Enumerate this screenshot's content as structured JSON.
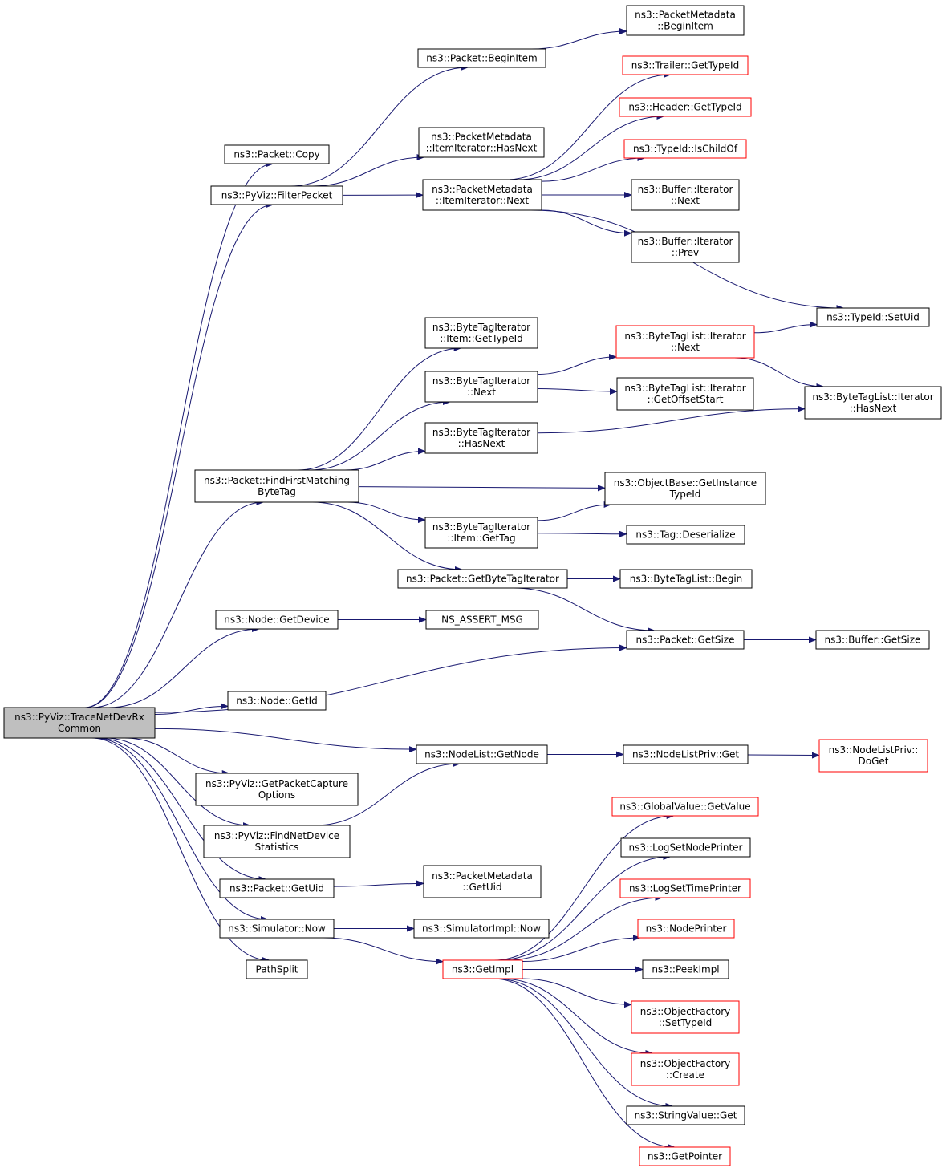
{
  "colors": {
    "edge": "#191970",
    "border_default": "#000000",
    "border_truncated": "#ff0000",
    "root_fill": "#bfbfbf",
    "node_fill": "#ffffff"
  },
  "nodes": [
    {
      "id": "root",
      "lines": [
        "ns3::PyViz::TraceNetDevRx",
        "Common"
      ],
      "style": "root"
    },
    {
      "id": "pkt_copy",
      "lines": [
        "ns3::Packet::Copy"
      ],
      "style": "normal"
    },
    {
      "id": "filter",
      "lines": [
        "ns3::PyViz::FilterPacket"
      ],
      "style": "normal"
    },
    {
      "id": "begin_item",
      "lines": [
        "ns3::Packet::BeginItem"
      ],
      "style": "normal"
    },
    {
      "id": "pm_begin_item",
      "lines": [
        "ns3::PacketMetadata",
        "::BeginItem"
      ],
      "style": "normal"
    },
    {
      "id": "trailer_typeid",
      "lines": [
        "ns3::Trailer::GetTypeId"
      ],
      "style": "truncated"
    },
    {
      "id": "header_typeid",
      "lines": [
        "ns3::Header::GetTypeId"
      ],
      "style": "truncated"
    },
    {
      "id": "typeid_ischildof",
      "lines": [
        "ns3::TypeId::IsChildOf"
      ],
      "style": "truncated"
    },
    {
      "id": "pm_hasnext",
      "lines": [
        "ns3::PacketMetadata",
        "::ItemIterator::HasNext"
      ],
      "style": "normal"
    },
    {
      "id": "pm_next",
      "lines": [
        "ns3::PacketMetadata",
        "::ItemIterator::Next"
      ],
      "style": "normal"
    },
    {
      "id": "buf_next",
      "lines": [
        "ns3::Buffer::Iterator",
        "::Next"
      ],
      "style": "normal"
    },
    {
      "id": "buf_prev",
      "lines": [
        "ns3::Buffer::Iterator",
        "::Prev"
      ],
      "style": "normal"
    },
    {
      "id": "typeid_setuid",
      "lines": [
        "ns3::TypeId::SetUid"
      ],
      "style": "normal"
    },
    {
      "id": "bti_item_gettypeid",
      "lines": [
        "ns3::ByteTagIterator",
        "::Item::GetTypeId"
      ],
      "style": "normal"
    },
    {
      "id": "btl_it_next",
      "lines": [
        "ns3::ByteTagList::Iterator",
        "::Next"
      ],
      "style": "truncated"
    },
    {
      "id": "bti_next",
      "lines": [
        "ns3::ByteTagIterator",
        "::Next"
      ],
      "style": "normal"
    },
    {
      "id": "btl_it_getoffsetstart",
      "lines": [
        "ns3::ByteTagList::Iterator",
        "::GetOffsetStart"
      ],
      "style": "normal"
    },
    {
      "id": "btl_it_hasnext",
      "lines": [
        "ns3::ByteTagList::Iterator",
        "::HasNext"
      ],
      "style": "normal"
    },
    {
      "id": "bti_hasnext",
      "lines": [
        "ns3::ByteTagIterator",
        "::HasNext"
      ],
      "style": "normal"
    },
    {
      "id": "find_first",
      "lines": [
        "ns3::Packet::FindFirstMatching",
        "ByteTag"
      ],
      "style": "normal"
    },
    {
      "id": "ob_getinstancetypeid",
      "lines": [
        "ns3::ObjectBase::GetInstance",
        "TypeId"
      ],
      "style": "normal"
    },
    {
      "id": "bti_item_gettag",
      "lines": [
        "ns3::ByteTagIterator",
        "::Item::GetTag"
      ],
      "style": "normal"
    },
    {
      "id": "tag_deserialize",
      "lines": [
        "ns3::Tag::Deserialize"
      ],
      "style": "normal"
    },
    {
      "id": "pkt_getbytetagiterator",
      "lines": [
        "ns3::Packet::GetByteTagIterator"
      ],
      "style": "normal"
    },
    {
      "id": "btl_begin",
      "lines": [
        "ns3::ByteTagList::Begin"
      ],
      "style": "normal"
    },
    {
      "id": "node_getdevice",
      "lines": [
        "ns3::Node::GetDevice"
      ],
      "style": "normal"
    },
    {
      "id": "ns_assert_msg",
      "lines": [
        "NS_ASSERT_MSG"
      ],
      "style": "normal"
    },
    {
      "id": "pkt_getsize",
      "lines": [
        "ns3::Packet::GetSize"
      ],
      "style": "normal"
    },
    {
      "id": "buf_getsize",
      "lines": [
        "ns3::Buffer::GetSize"
      ],
      "style": "normal"
    },
    {
      "id": "node_getid",
      "lines": [
        "ns3::Node::GetId"
      ],
      "style": "normal"
    },
    {
      "id": "nodelist_getnode",
      "lines": [
        "ns3::NodeList::GetNode"
      ],
      "style": "normal"
    },
    {
      "id": "nodelistpriv_get",
      "lines": [
        "ns3::NodeListPriv::Get"
      ],
      "style": "normal"
    },
    {
      "id": "nodelistpriv_doget",
      "lines": [
        "ns3::NodeListPriv::",
        "DoGet"
      ],
      "style": "truncated"
    },
    {
      "id": "getpacketcapture",
      "lines": [
        "ns3::PyViz::GetPacketCapture",
        "Options"
      ],
      "style": "normal"
    },
    {
      "id": "globalvalue_getvalue",
      "lines": [
        "ns3::GlobalValue::GetValue"
      ],
      "style": "truncated"
    },
    {
      "id": "findnetdevice",
      "lines": [
        "ns3::PyViz::FindNetDevice",
        "Statistics"
      ],
      "style": "normal"
    },
    {
      "id": "logsetnodeprinter",
      "lines": [
        "ns3::LogSetNodePrinter"
      ],
      "style": "normal"
    },
    {
      "id": "pkt_getuid",
      "lines": [
        "ns3::Packet::GetUid"
      ],
      "style": "normal"
    },
    {
      "id": "pm_getuid",
      "lines": [
        "ns3::PacketMetadata",
        "::GetUid"
      ],
      "style": "normal"
    },
    {
      "id": "logsettimeprinter",
      "lines": [
        "ns3::LogSetTimePrinter"
      ],
      "style": "truncated"
    },
    {
      "id": "sim_now",
      "lines": [
        "ns3::Simulator::Now"
      ],
      "style": "normal"
    },
    {
      "id": "simimpl_now",
      "lines": [
        "ns3::SimulatorImpl::Now"
      ],
      "style": "normal"
    },
    {
      "id": "nodeprinter",
      "lines": [
        "ns3::NodePrinter"
      ],
      "style": "truncated"
    },
    {
      "id": "getimpl",
      "lines": [
        "ns3::GetImpl"
      ],
      "style": "truncated"
    },
    {
      "id": "peekimpl",
      "lines": [
        "ns3::PeekImpl"
      ],
      "style": "normal"
    },
    {
      "id": "pathsplit",
      "lines": [
        "PathSplit"
      ],
      "style": "normal"
    },
    {
      "id": "of_settypeid",
      "lines": [
        "ns3::ObjectFactory",
        "::SetTypeId"
      ],
      "style": "truncated"
    },
    {
      "id": "of_create",
      "lines": [
        "ns3::ObjectFactory",
        "::Create"
      ],
      "style": "truncated"
    },
    {
      "id": "stringvalue_get",
      "lines": [
        "ns3::StringValue::Get"
      ],
      "style": "normal"
    },
    {
      "id": "getpointer",
      "lines": [
        "ns3::GetPointer"
      ],
      "style": "truncated"
    }
  ],
  "edges": [
    [
      "root",
      "pkt_copy"
    ],
    [
      "root",
      "filter"
    ],
    [
      "root",
      "find_first"
    ],
    [
      "root",
      "node_getdevice"
    ],
    [
      "root",
      "pkt_getsize"
    ],
    [
      "root",
      "node_getid"
    ],
    [
      "root",
      "nodelist_getnode"
    ],
    [
      "root",
      "getpacketcapture"
    ],
    [
      "root",
      "findnetdevice"
    ],
    [
      "root",
      "pkt_getuid"
    ],
    [
      "root",
      "sim_now"
    ],
    [
      "root",
      "pathsplit"
    ],
    [
      "filter",
      "begin_item"
    ],
    [
      "filter",
      "pm_hasnext"
    ],
    [
      "filter",
      "pm_next"
    ],
    [
      "begin_item",
      "pm_begin_item"
    ],
    [
      "pm_next",
      "trailer_typeid"
    ],
    [
      "pm_next",
      "header_typeid"
    ],
    [
      "pm_next",
      "typeid_ischildof"
    ],
    [
      "pm_next",
      "buf_next"
    ],
    [
      "pm_next",
      "buf_prev"
    ],
    [
      "pm_next",
      "typeid_setuid"
    ],
    [
      "find_first",
      "bti_item_gettypeid"
    ],
    [
      "find_first",
      "bti_next"
    ],
    [
      "find_first",
      "bti_hasnext"
    ],
    [
      "find_first",
      "ob_getinstancetypeid"
    ],
    [
      "find_first",
      "bti_item_gettag"
    ],
    [
      "find_first",
      "pkt_getbytetagiterator"
    ],
    [
      "bti_next",
      "btl_it_next"
    ],
    [
      "bti_next",
      "btl_it_getoffsetstart"
    ],
    [
      "btl_it_next",
      "typeid_setuid"
    ],
    [
      "btl_it_next",
      "btl_it_hasnext"
    ],
    [
      "bti_hasnext",
      "btl_it_hasnext"
    ],
    [
      "bti_item_gettag",
      "ob_getinstancetypeid"
    ],
    [
      "bti_item_gettag",
      "tag_deserialize"
    ],
    [
      "pkt_getbytetagiterator",
      "btl_begin"
    ],
    [
      "pkt_getbytetagiterator",
      "pkt_getsize"
    ],
    [
      "node_getdevice",
      "ns_assert_msg"
    ],
    [
      "pkt_getsize",
      "buf_getsize"
    ],
    [
      "nodelist_getnode",
      "nodelistpriv_get"
    ],
    [
      "nodelistpriv_get",
      "nodelistpriv_doget"
    ],
    [
      "findnetdevice",
      "nodelist_getnode"
    ],
    [
      "pkt_getuid",
      "pm_getuid"
    ],
    [
      "sim_now",
      "simimpl_now"
    ],
    [
      "sim_now",
      "getimpl"
    ],
    [
      "getimpl",
      "globalvalue_getvalue"
    ],
    [
      "getimpl",
      "logsetnodeprinter"
    ],
    [
      "getimpl",
      "logsettimeprinter"
    ],
    [
      "getimpl",
      "nodeprinter"
    ],
    [
      "getimpl",
      "peekimpl"
    ],
    [
      "getimpl",
      "of_settypeid"
    ],
    [
      "getimpl",
      "of_create"
    ],
    [
      "getimpl",
      "stringvalue_get"
    ],
    [
      "getimpl",
      "getpointer"
    ]
  ]
}
